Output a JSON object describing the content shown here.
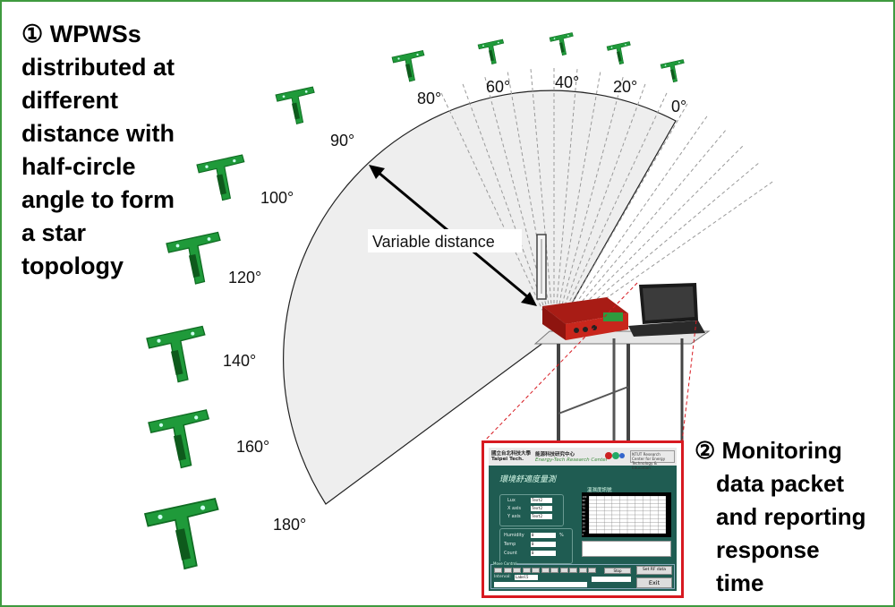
{
  "caption_left": {
    "number": "①",
    "lines": [
      "WPWSs",
      "distributed at",
      "different",
      "distance with",
      "half-circle",
      "angle to form",
      "a star",
      "topology"
    ]
  },
  "caption_right": {
    "number": "②",
    "lines": [
      "Monitoring",
      "data packet",
      "and reporting",
      "response",
      "time"
    ]
  },
  "angle_labels": [
    "0°",
    "20°",
    "40°",
    "60°",
    "80°",
    "90°",
    "100°",
    "120°",
    "140°",
    "160°",
    "180°"
  ],
  "angles_deg": [
    0,
    20,
    40,
    60,
    80,
    90,
    100,
    120,
    140,
    160,
    180
  ],
  "distance_label": "Variable distance",
  "monitor": {
    "header_cn": "國立台北科技大學",
    "header_en": "Taipei Tech.",
    "center_cn": "能源科技研究中心",
    "center_en": "Energy-Tech Research Center",
    "side_box": "NTUT Research Center for Energy Technology & Education",
    "app_title": "環境舒適度量測",
    "chart_title": "溫濕度訊號",
    "fields_a": [
      {
        "label": "Lux",
        "value": "Text2"
      },
      {
        "label": "X axis",
        "value": "Text2"
      },
      {
        "label": "Y axis",
        "value": "Text2"
      }
    ],
    "fields_b": [
      {
        "label": "Humidity",
        "value": "0",
        "unit": "%"
      },
      {
        "label": "Temp",
        "value": "0",
        "unit": ""
      },
      {
        "label": "Count",
        "value": "0",
        "unit": ""
      }
    ],
    "chart_ticks": [
      "100",
      "90",
      "80",
      "70",
      "60",
      "50",
      "40",
      "30",
      "20",
      "10",
      "0"
    ],
    "control_legend": "Move Control",
    "interval_label": "Interval:",
    "interval_value": "Label5",
    "stop_label": "Stop",
    "set_rf_label": "Set RF data",
    "exit_label": "Exit"
  },
  "colors": {
    "border_green": "#3f9a3f",
    "sector_fill": "#eeeeee",
    "sector_stroke": "#222222",
    "guide_dash": "#9a9a9a",
    "highlight_red": "#d71920",
    "node_green": "#1f9a3a",
    "gateway_red": "#c8261c",
    "app_bg": "#1f5c52"
  },
  "icons": [
    "wpws-sensor-node-icon",
    "gateway-device-icon",
    "laptop-icon",
    "antenna-icon",
    "table-icon"
  ]
}
